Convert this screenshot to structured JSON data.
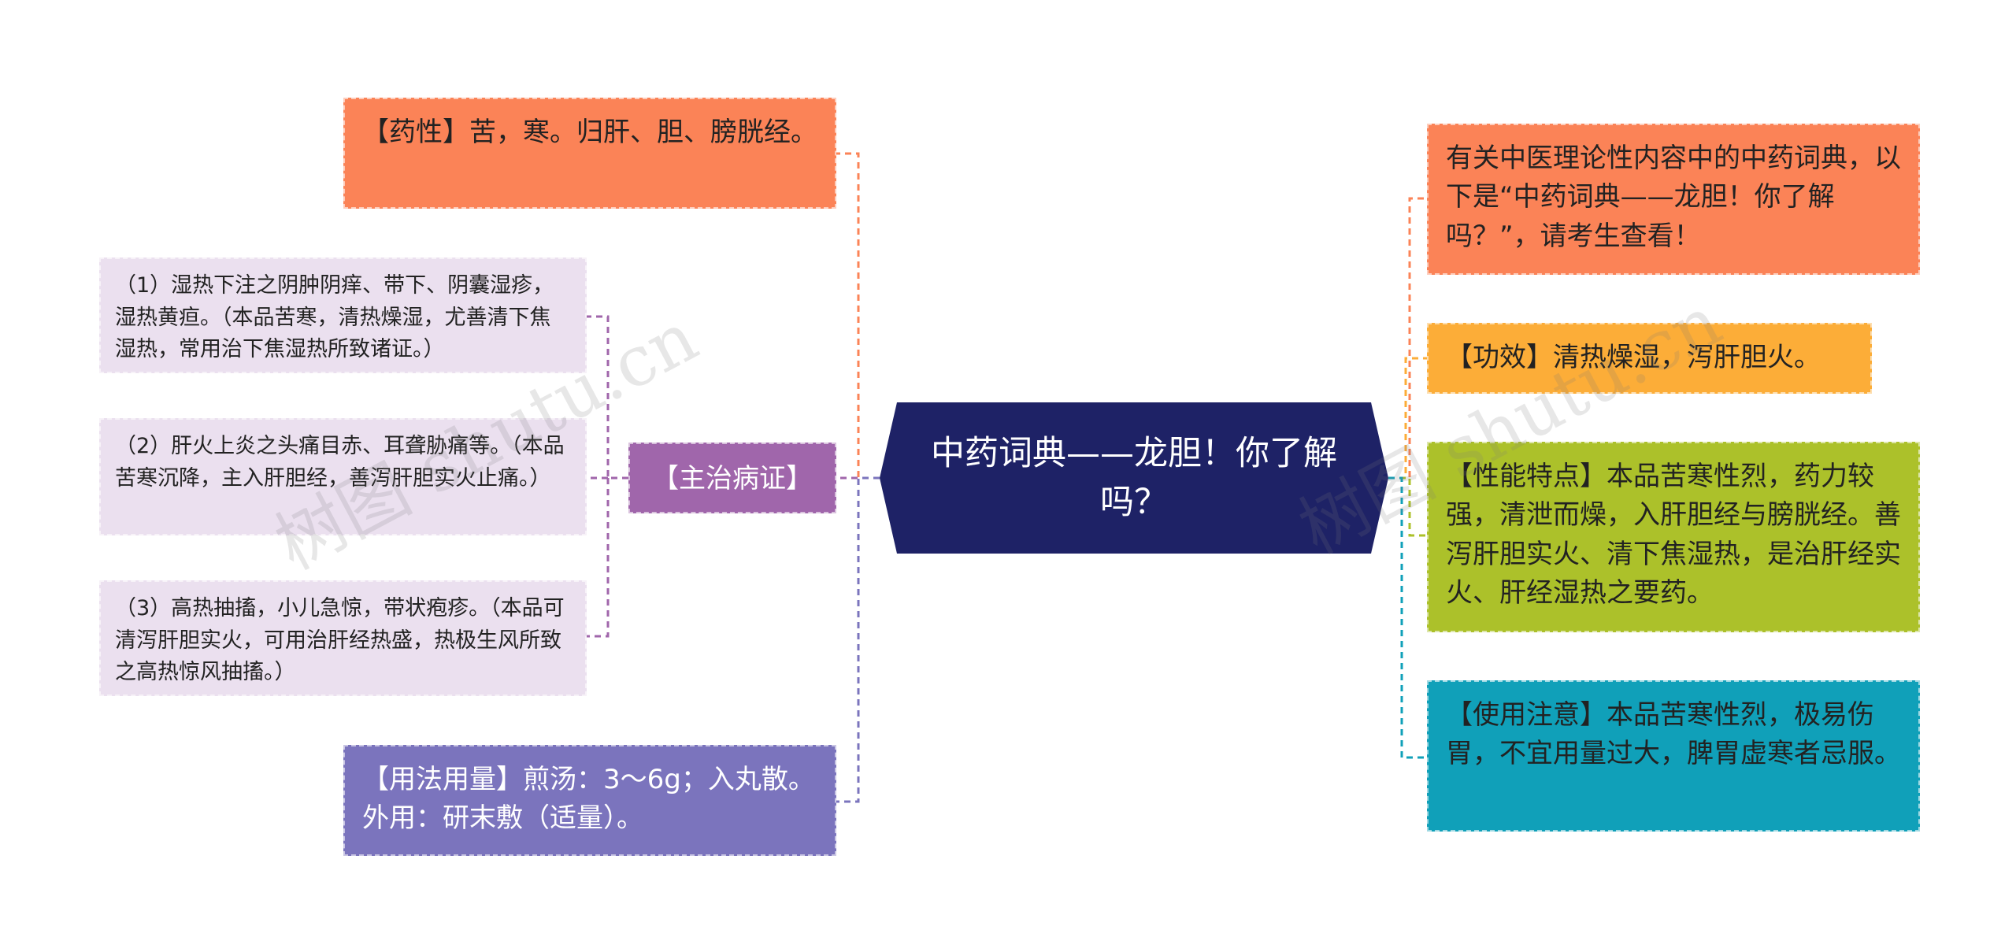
{
  "center": {
    "title": "中药词典——龙胆！你了解吗？"
  },
  "left": {
    "yaoxing": "【药性】苦，寒。归肝、胆、膀胱经。",
    "zhuzhi": {
      "label": "【主治病证】",
      "items": [
        "（1）湿热下注之阴肿阴痒、带下、阴囊湿疹，湿热黄疸。（本品苦寒，清热燥湿，尤善清下焦湿热，常用治下焦湿热所致诸证。）",
        "（2）肝火上炎之头痛目赤、耳聋胁痛等。（本品苦寒沉降，主入肝胆经，善泻肝胆实火止痛。）",
        "（3）高热抽搐，小儿急惊，带状疱疹。（本品可清泻肝胆实火，可用治肝经热盛，热极生风所致之高热惊风抽搐。）"
      ]
    },
    "yongfa": "【用法用量】煎汤：3～6g；入丸散。外用：研末敷（适量）。"
  },
  "right": {
    "intro": "有关中医理论性内容中的中药词典，以下是“中药词典——龙胆！你了解吗？”，请考生查看！",
    "gongxiao": "【功效】清热燥湿，泻肝胆火。",
    "xingneng": "【性能特点】本品苦寒性烈，药力较强，清泄而燥，入肝胆经与膀胱经。善泻肝胆实火、清下焦湿热，是治肝经实火、肝经湿热之要药。",
    "zhuyi": "【使用注意】本品苦寒性烈，极易伤胃，不宜用量过大，脾胃虚寒者忌服。"
  },
  "watermarks": [
    "树图 shutu.cn",
    "树图 shutu.cn"
  ],
  "colors": {
    "center": "#1e2266",
    "yaoxing": "#fb8357",
    "zhuzhi": "#a066ab",
    "leaf": "#ebe0ef",
    "yongfa": "#7b74bd",
    "intro": "#fb8357",
    "gongxiao": "#fcad38",
    "xingneng": "#acc12a",
    "zhuyi": "#10a0b9"
  }
}
